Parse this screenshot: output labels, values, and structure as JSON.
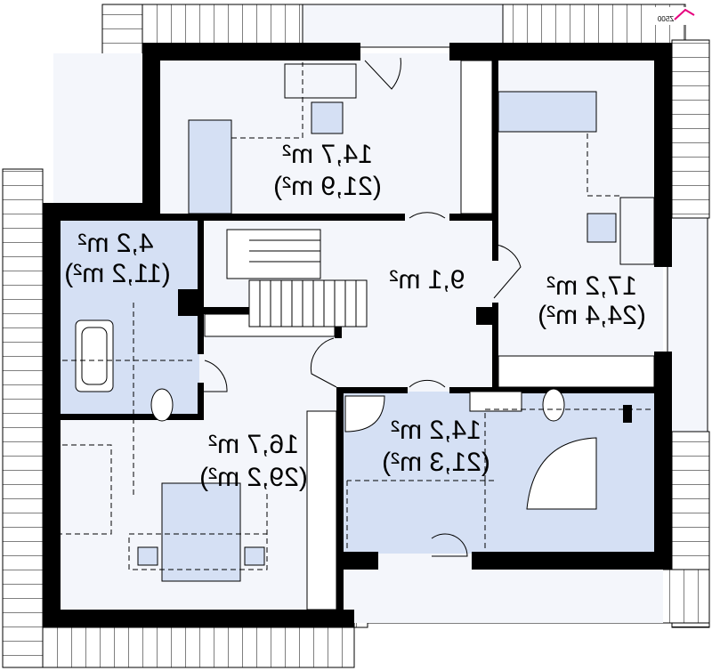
{
  "plan": {
    "logo_text": "Z500",
    "orientation": "mirrored",
    "colors": {
      "wall": "#000000",
      "room": "#f4f6fb",
      "wet_room": "#d5e0f4",
      "accent": "#e6007e"
    },
    "rooms": [
      {
        "id": "bedroom-top",
        "area": "14,7 m²",
        "area_total": "(21,9 m²)"
      },
      {
        "id": "bathroom-small",
        "area": "4,2 m²",
        "area_total": "(11,2 m²)"
      },
      {
        "id": "hall",
        "area": "9,1 m²"
      },
      {
        "id": "bedroom-right",
        "area": "17,2 m²",
        "area_total": "(24,4 m²)"
      },
      {
        "id": "bedroom-master",
        "area": "16,7 m²",
        "area_total": "(29,2 m²)"
      },
      {
        "id": "bathroom-large",
        "area": "14,2 m²",
        "area_total": "(21,3 m²)"
      }
    ]
  }
}
